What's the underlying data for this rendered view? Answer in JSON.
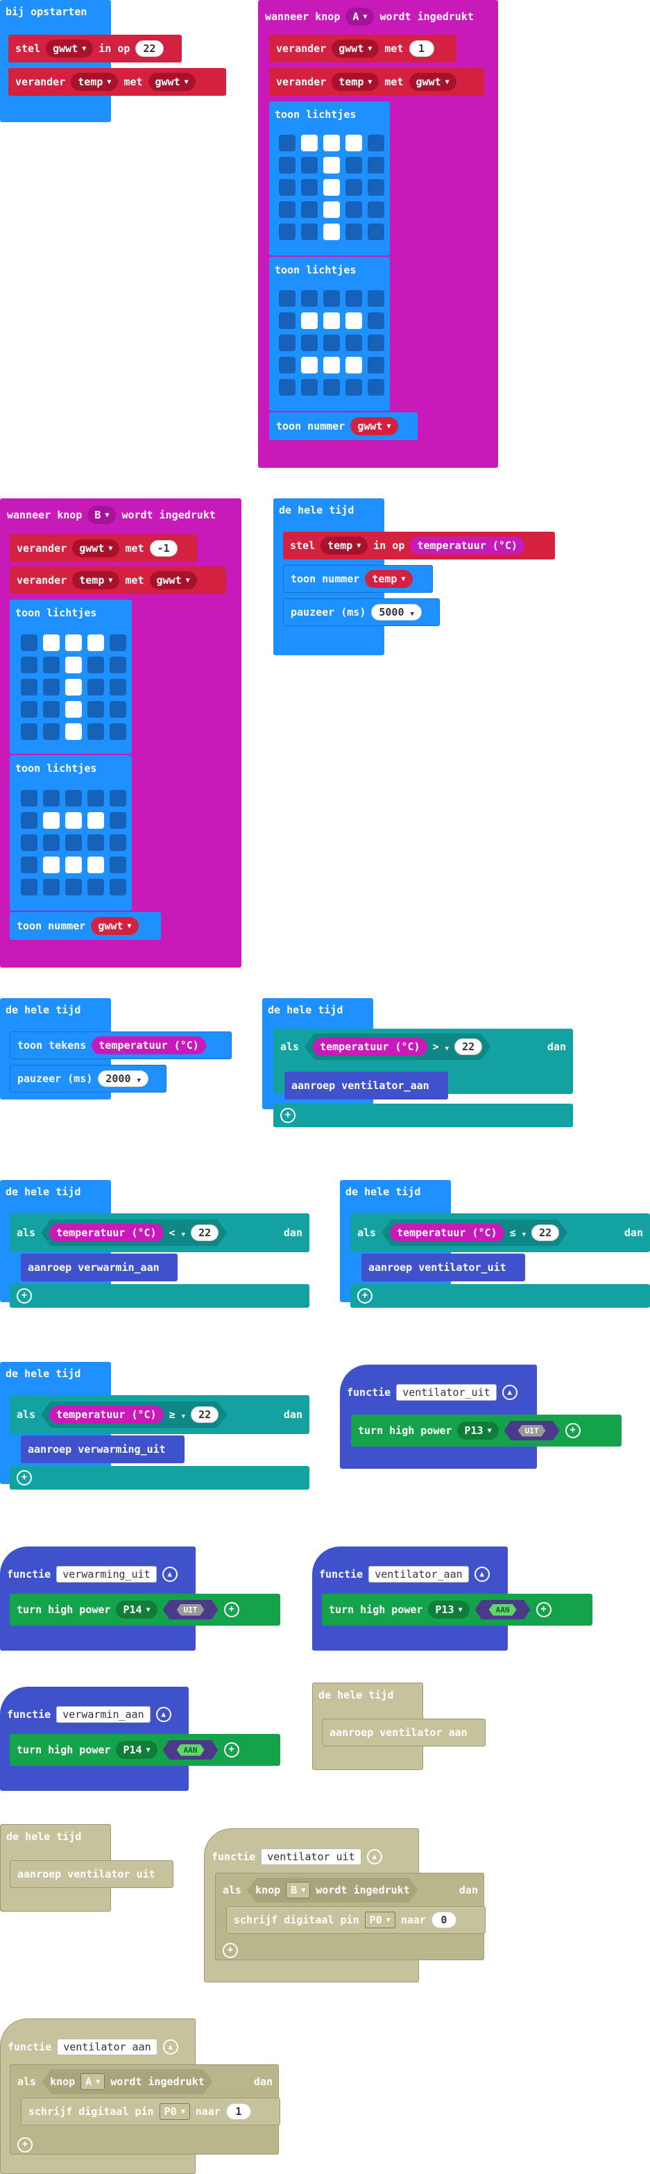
{
  "blocks": {
    "start": {
      "hat": "bij opstarten",
      "set_kw": "stel",
      "var": "gwwt",
      "in_op": "in op",
      "value": "22",
      "change_kw": "verander",
      "var2": "temp",
      "met": "met",
      "var3": "gwwt"
    },
    "btnA": {
      "hat_pre": "wanneer knop",
      "button": "A",
      "hat_post": "wordt ingedrukt",
      "r1_kw": "verander",
      "r1_var": "gwwt",
      "r1_met": "met",
      "r1_val": "1",
      "r2_kw": "verander",
      "r2_var": "temp",
      "r2_met": "met",
      "r2_var2": "gwwt",
      "show1": "toon lichtjes",
      "show2": "toon lichtjes",
      "shownum": "toon nummer",
      "shownum_var": "gwwt"
    },
    "btnB": {
      "hat_pre": "wanneer knop",
      "button": "B",
      "hat_post": "wordt ingedrukt",
      "r1_kw": "verander",
      "r1_var": "gwwt",
      "r1_met": "met",
      "r1_val": "-1",
      "r2_kw": "verander",
      "r2_var": "temp",
      "r2_met": "met",
      "r2_var2": "gwwt",
      "show1": "toon lichtjes",
      "show2": "toon lichtjes",
      "shownum": "toon nummer",
      "shownum_var": "gwwt"
    },
    "forever1": {
      "hat": "de hele tijd",
      "set_kw": "stel",
      "var": "temp",
      "in_op": "in op",
      "sensor": "temperatuur (°C)",
      "shownum": "toon nummer",
      "shownum_var": "temp",
      "pause": "pauzeer (ms)",
      "pause_val": "5000"
    },
    "forever2": {
      "hat": "de hele tijd",
      "show": "toon tekens",
      "sensor": "temperatuur (°C)",
      "pause": "pauzeer (ms)",
      "pause_val": "2000"
    },
    "forever3": {
      "hat": "de hele tijd",
      "if": "als",
      "sensor": "temperatuur (°C)",
      "op": ">",
      "val": "22",
      "then": "dan",
      "call": "aanroep ventilator_aan"
    },
    "forever4": {
      "hat": "de hele tijd",
      "if": "als",
      "sensor": "temperatuur (°C)",
      "op": "<",
      "val": "22",
      "then": "dan",
      "call": "aanroep verwarmin_aan"
    },
    "forever5": {
      "hat": "de hele tijd",
      "if": "als",
      "sensor": "temperatuur (°C)",
      "op": "≤",
      "val": "22",
      "then": "dan",
      "call": "aanroep ventilator_uit"
    },
    "forever6": {
      "hat": "de hele tijd",
      "if": "als",
      "sensor": "temperatuur (°C)",
      "op": "≥",
      "val": "22",
      "then": "dan",
      "call": "aanroep verwarming_uit"
    },
    "fn_vent_uit": {
      "kw": "functie",
      "name": "ventilator_uit",
      "stmt": "turn high power",
      "pin": "P13",
      "state": "UIT"
    },
    "fn_verw_uit": {
      "kw": "functie",
      "name": "verwarming_uit",
      "stmt": "turn high power",
      "pin": "P14",
      "state": "UIT"
    },
    "fn_vent_aan": {
      "kw": "functie",
      "name": "ventilator_aan",
      "stmt": "turn high power",
      "pin": "P13",
      "state": "AAN"
    },
    "fn_verw_aan": {
      "kw": "functie",
      "name": "verwarmin_aan",
      "stmt": "turn high power",
      "pin": "P14",
      "state": "AAN"
    },
    "dis_forever_a": {
      "hat": "de hele tijd",
      "call": "aanroep ventilator aan"
    },
    "dis_forever_b": {
      "hat": "de hele tijd",
      "call": "aanroep ventilator uit"
    },
    "dis_fn_uit": {
      "kw": "functie",
      "name": "ventilator uit",
      "if": "als",
      "knop": "knop",
      "button": "B",
      "pressed": "wordt ingedrukt",
      "then": "dan",
      "write": "schrijf digitaal pin",
      "pin": "P0",
      "naar": "naar",
      "val": "0"
    },
    "dis_fn_aan": {
      "kw": "functie",
      "name": "ventilator aan",
      "if": "als",
      "knop": "knop",
      "button": "A",
      "pressed": "wordt ingedrukt",
      "then": "dan",
      "write": "schrijf digitaal pin",
      "pin": "P0",
      "naar": "naar",
      "val": "1"
    }
  },
  "leds": {
    "a1": [
      0,
      1,
      1,
      1,
      0,
      0,
      0,
      1,
      0,
      0,
      0,
      0,
      1,
      0,
      0,
      0,
      0,
      1,
      0,
      0,
      0,
      0,
      1,
      0,
      0
    ],
    "a2": [
      0,
      0,
      0,
      0,
      0,
      0,
      1,
      1,
      1,
      0,
      0,
      0,
      0,
      0,
      0,
      0,
      1,
      1,
      1,
      0,
      0,
      0,
      0,
      0,
      0
    ],
    "b1": [
      0,
      1,
      1,
      1,
      0,
      0,
      0,
      1,
      0,
      0,
      0,
      0,
      1,
      0,
      0,
      0,
      0,
      1,
      0,
      0,
      0,
      0,
      1,
      0,
      0
    ],
    "b2": [
      0,
      0,
      0,
      0,
      0,
      0,
      1,
      1,
      1,
      0,
      0,
      0,
      0,
      0,
      0,
      0,
      1,
      1,
      1,
      0,
      0,
      0,
      0,
      0,
      0
    ]
  },
  "colors": {
    "variables": "#d3213f",
    "basic": "#1e90ff",
    "input": "#c81ab8",
    "logic": "#14a1a1",
    "functions": "#3f52cc",
    "pins": "#14a34a",
    "disabled": "#c6c39c"
  }
}
